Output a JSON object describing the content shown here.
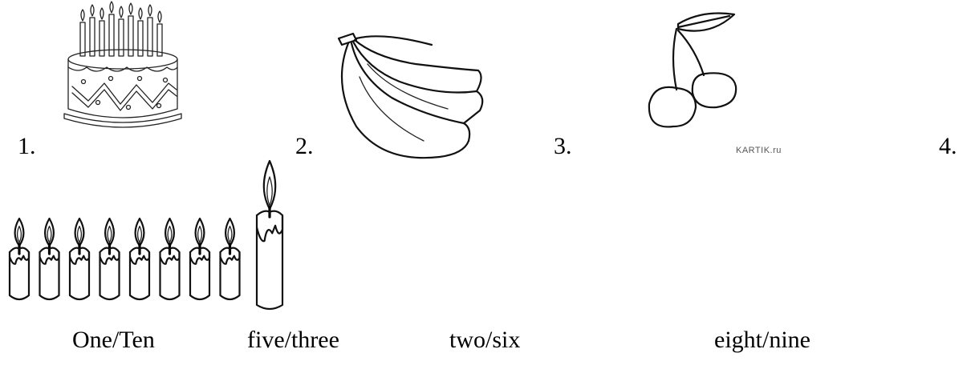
{
  "items": [
    {
      "number": "1.",
      "picture": "birthday-cake"
    },
    {
      "number": "2.",
      "picture": "bananas"
    },
    {
      "number": "3.",
      "picture": "cherries"
    },
    {
      "number": "4.",
      "picture": "candles"
    }
  ],
  "watermark": "KARTIK.ru",
  "candles": {
    "small_count": 8,
    "large_count": 1
  },
  "options": [
    "One/Ten",
    "five/three",
    "two/six",
    "eight/nine"
  ]
}
